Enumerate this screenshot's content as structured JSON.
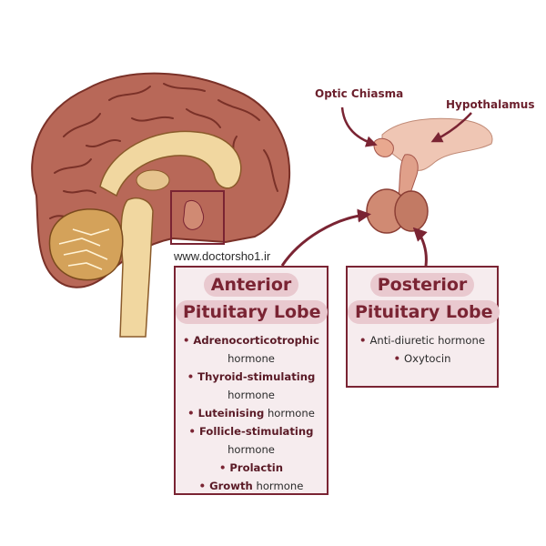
{
  "watermark": "www.doctorsho1.ir",
  "labels": {
    "optic_chiasma": "Optic Chiasma",
    "hypothalamus": "Hypothalamus"
  },
  "anterior": {
    "title_line1": "Anterior",
    "title_line2": "Pituitary Lobe",
    "hormones": [
      {
        "bold": "Adrenocorticotrophic",
        "rest": "hormone"
      },
      {
        "bold": "Thyroid-stimulating",
        "rest": "hormone"
      },
      {
        "bold": "Luteinising",
        "rest": "hormone"
      },
      {
        "bold": "Follicle-stimulating",
        "rest": "hormone"
      },
      {
        "bold": "Prolactin",
        "rest": ""
      },
      {
        "bold": "Growth",
        "rest": "hormone"
      }
    ]
  },
  "posterior": {
    "title_line1": "Posterior",
    "title_line2": "Pituitary Lobe",
    "hormones": [
      {
        "bold": "",
        "rest": "Anti-diuretic hormone"
      },
      {
        "bold": "",
        "rest": "Oxytocin"
      }
    ]
  },
  "colors": {
    "accent": "#7a2433",
    "brain": "#b86858",
    "brain_dark": "#8c3f35",
    "pituitary": "#d08a73",
    "panel_bg": "#f6ecee",
    "pill_bg": "#e9c9cf"
  }
}
